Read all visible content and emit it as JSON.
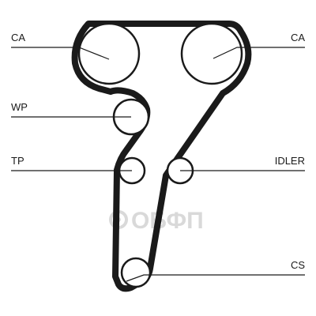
{
  "labels": {
    "ca_left": "CA",
    "ca_right": "CA",
    "wp": "WP",
    "tp": "TP",
    "idler": "IDLER",
    "cs": "CS"
  },
  "watermark": {
    "text": "ОБФП"
  },
  "colors": {
    "belt": "#1a1a1a",
    "line": "#1a1a1a",
    "watermark": "#d9d9d9"
  }
}
